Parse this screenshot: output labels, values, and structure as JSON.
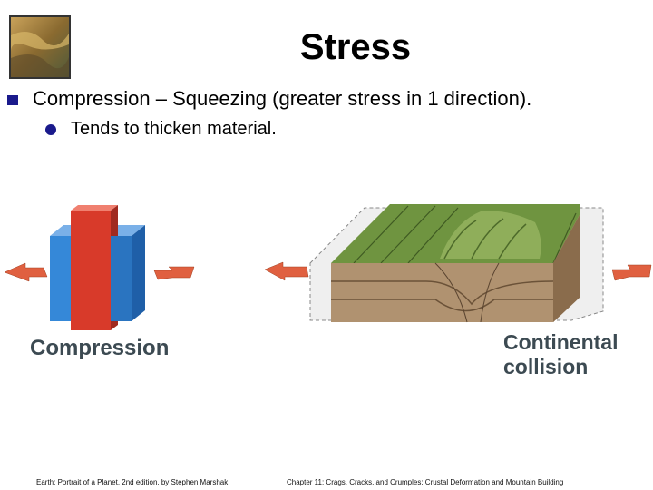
{
  "slide": {
    "title": "Stress",
    "bullet_main": "Compression – Squeezing (greater stress in 1 direction).",
    "bullet_sub": "Tends to thicken material."
  },
  "figure": {
    "left_label": "Compression",
    "right_label_line1": "Continental",
    "right_label_line2": "collision"
  },
  "footer": {
    "left": "Earth: Portrait of a Planet, 2nd edition, by Stephen Marshak",
    "right": "Chapter 11: Crags, Cracks, and Crumples: Crustal Deformation and Mountain Building"
  },
  "colors": {
    "bullet": "#1a1a8c",
    "arrow": "#e06040",
    "block_red": "#d83a2a",
    "block_blue": "#2f7fd0",
    "terrain_green": "#6f9440",
    "rock_brown": "#9a7d5a"
  }
}
